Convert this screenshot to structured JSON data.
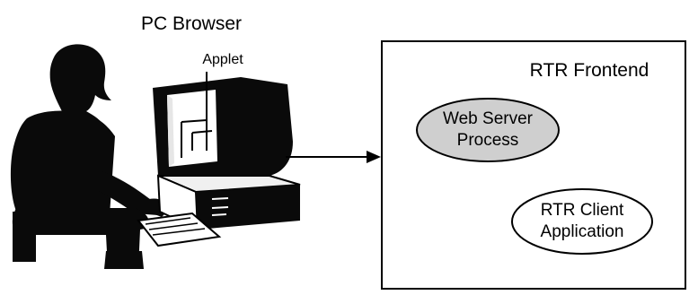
{
  "diagram": {
    "pc_browser_label": "PC Browser",
    "applet_label": "Applet",
    "frontend_label": "RTR Frontend",
    "web_server": {
      "line1": "Web Server",
      "line2": "Process"
    },
    "rtr_client": {
      "line1": "RTR Client",
      "line2": "Application"
    }
  },
  "colors": {
    "silhouette": "#0a0a0a",
    "web_server_fill": "#cfcfcf",
    "client_fill": "#ffffff",
    "stroke": "#000000"
  },
  "icons": [
    "woman-silhouette-icon",
    "crt-monitor-icon",
    "desktop-computer-icon",
    "keyboard-icon",
    "arrow-right-icon"
  ]
}
